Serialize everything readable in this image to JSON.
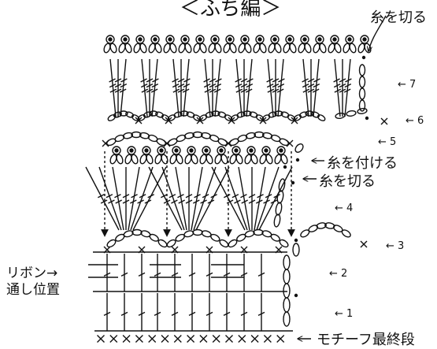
{
  "title": "＜ふち編＞",
  "labels": {
    "cut_top": "糸を切る",
    "attach": "糸を付ける",
    "cut_mid": "糸を切る",
    "ribbon_line1": "リボン→",
    "ribbon_line2": "通し位置",
    "base": "モチーフ最終段"
  },
  "row_labels": [
    "← 1",
    "← 2",
    "← 3",
    "← 4",
    "← 5",
    "← 6",
    "← 7"
  ],
  "colors": {
    "ink": "#111111",
    "background": "#ffffff"
  }
}
